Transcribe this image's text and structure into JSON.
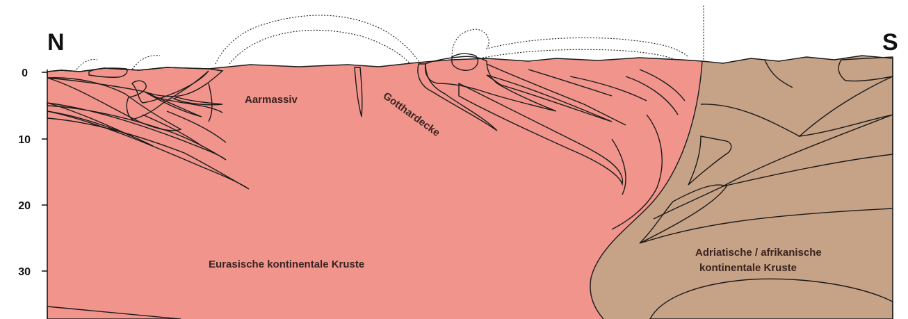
{
  "directions": {
    "north": "N",
    "south": "S"
  },
  "depth_axis": {
    "ticks": [
      "0",
      "10",
      "20",
      "30"
    ]
  },
  "labels": {
    "aarmassiv": "Aarmassiv",
    "gotthard": "Gotthardecke",
    "eurasian": "Eurasische kontinentale Kruste",
    "adriatic_line1": "Adriatische / afrikanische",
    "adriatic_line2": "kontinentale Kruste"
  },
  "colors": {
    "eurasian_crust": "#f0948c",
    "sediment_blue": "#5b8fcf",
    "helvetic_grey": "#d2d0bd",
    "flysch_yellow": "#f6cd1a",
    "klippe_pink": "#c77ab2",
    "penninic_green": "#9fbdab",
    "adriatic_tan": "#c6a286",
    "adriatic_brown": "#8b5a2b",
    "lower_green": "#dfe3ad"
  }
}
